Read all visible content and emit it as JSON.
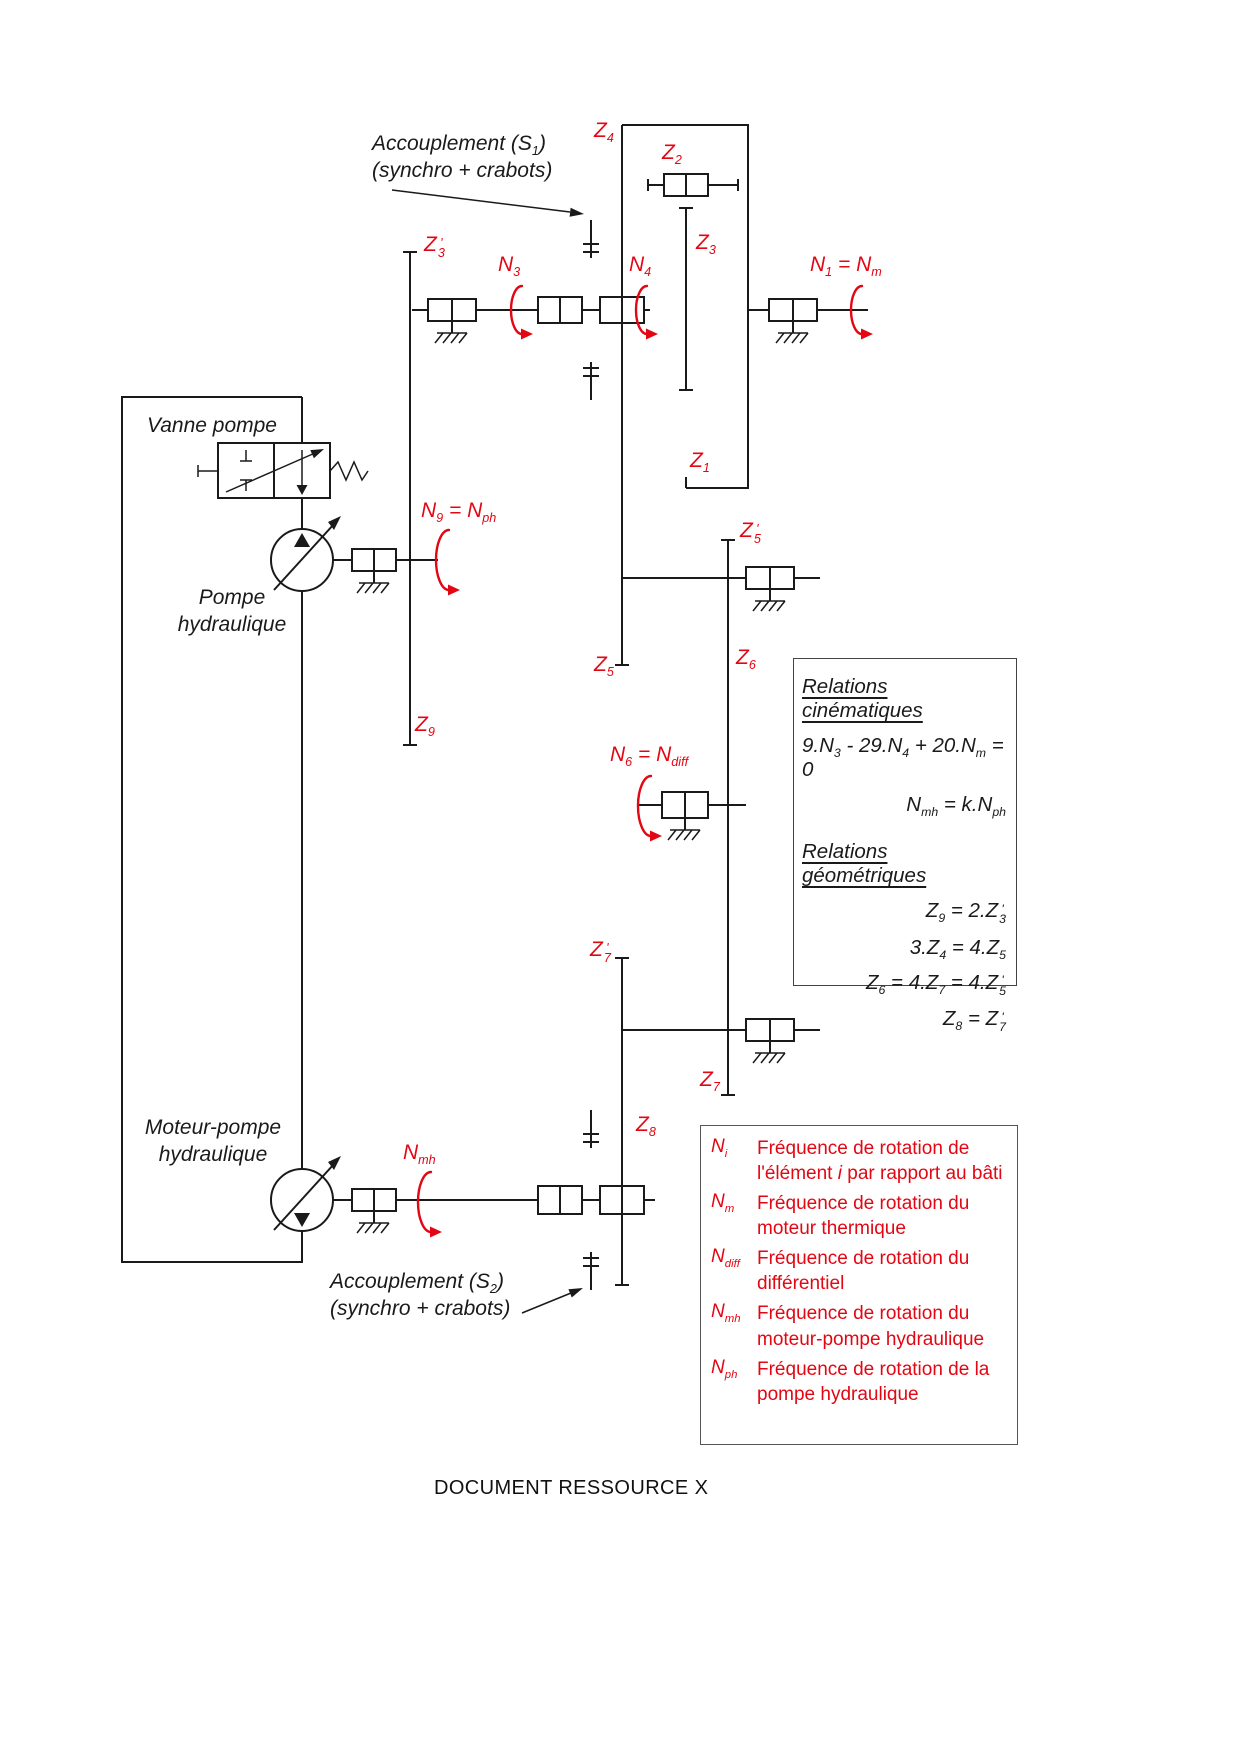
{
  "colors": {
    "red": "#e30613",
    "ink": "#1a1a1a"
  },
  "annotations": {
    "accouplement1": [
      {
        "t": "Accouplement (S"
      },
      {
        "sub": "1"
      },
      {
        "t": ")"
      }
    ],
    "accouplement1b": "(synchro + crabots)",
    "accouplement2": [
      {
        "t": "Accouplement (S"
      },
      {
        "sub": "2"
      },
      {
        "t": ")"
      }
    ],
    "accouplement2b": "(synchro + crabots)",
    "vanne_pompe": "Vanne pompe",
    "pompe_l1": "Pompe",
    "pompe_l2": "hydraulique",
    "moteur_l1": "Moteur-pompe",
    "moteur_l2": "hydraulique"
  },
  "red_labels": {
    "z4": [
      {
        "t": "Z"
      },
      {
        "sub": "4"
      }
    ],
    "z2": [
      {
        "t": "Z"
      },
      {
        "sub": "2"
      }
    ],
    "z3p": [
      {
        "t": "Z"
      },
      {
        "stk": "3",
        "pr": "'"
      }
    ],
    "n3": [
      {
        "t": "N"
      },
      {
        "sub": "3"
      }
    ],
    "n4": [
      {
        "t": "N"
      },
      {
        "sub": "4"
      }
    ],
    "z3": [
      {
        "t": "Z"
      },
      {
        "sub": "3"
      }
    ],
    "n1": [
      {
        "t": "N"
      },
      {
        "sub": "1"
      },
      {
        "t": " = N"
      },
      {
        "sub": "m"
      }
    ],
    "z1": [
      {
        "t": "Z"
      },
      {
        "sub": "1"
      }
    ],
    "n9": [
      {
        "t": "N"
      },
      {
        "sub": "9"
      },
      {
        "t": " = N"
      },
      {
        "sub": "ph"
      }
    ],
    "z5p": [
      {
        "t": "Z"
      },
      {
        "stk": "5",
        "pr": "'"
      }
    ],
    "z5": [
      {
        "t": "Z"
      },
      {
        "sub": "5"
      }
    ],
    "z6": [
      {
        "t": "Z"
      },
      {
        "sub": "6"
      }
    ],
    "n6": [
      {
        "t": "N"
      },
      {
        "sub": "6"
      },
      {
        "t": " = N"
      },
      {
        "sub": "diff"
      }
    ],
    "z9": [
      {
        "t": "Z"
      },
      {
        "sub": "9"
      }
    ],
    "z7p": [
      {
        "t": "Z"
      },
      {
        "stk": "7",
        "pr": "'"
      }
    ],
    "z7": [
      {
        "t": "Z"
      },
      {
        "sub": "7"
      }
    ],
    "z8": [
      {
        "t": "Z"
      },
      {
        "sub": "8"
      }
    ],
    "nmh": [
      {
        "t": "N"
      },
      {
        "sub": "mh"
      }
    ]
  },
  "relations": {
    "title_cinematiques": "Relations cinématiques",
    "eq_n": [
      {
        "t": "9.N"
      },
      {
        "sub": "3"
      },
      {
        "t": " - 29.N"
      },
      {
        "sub": "4"
      },
      {
        "t": " + 20.N"
      },
      {
        "sub": "m"
      },
      {
        "t": " = 0"
      }
    ],
    "eq_nmh": [
      {
        "t": "N"
      },
      {
        "sub": "mh"
      },
      {
        "t": " = k.N"
      },
      {
        "sub": "ph"
      }
    ],
    "title_geometriques": "Relations géométriques",
    "eq_z9": [
      {
        "t": "Z"
      },
      {
        "sub": "9"
      },
      {
        "t": " = 2.Z"
      },
      {
        "stk": "3",
        "pr": "'"
      }
    ],
    "eq_z4": [
      {
        "t": "3.Z"
      },
      {
        "sub": "4"
      },
      {
        "t": " = 4.Z"
      },
      {
        "sub": "5"
      }
    ],
    "eq_z6": [
      {
        "t": "Z"
      },
      {
        "sub": "6"
      },
      {
        "t": " = 4.Z"
      },
      {
        "sub": "7"
      },
      {
        "t": " = 4.Z"
      },
      {
        "stk": "5",
        "pr": "'"
      }
    ],
    "eq_z8": [
      {
        "t": "Z"
      },
      {
        "sub": "8"
      },
      {
        "t": " = Z"
      },
      {
        "stk": "7",
        "pr": "'"
      }
    ]
  },
  "legend": {
    "entries": [
      {
        "term": [
          {
            "t": "N"
          },
          {
            "sub": "i"
          }
        ],
        "desc": [
          {
            "t": "Fréquence de rotation de l'élément "
          },
          {
            "i": "i"
          },
          {
            "t": " par rapport au bâti"
          }
        ]
      },
      {
        "term": [
          {
            "t": "N"
          },
          {
            "sub": "m"
          }
        ],
        "desc": [
          {
            "t": "Fréquence de rotation du moteur thermique"
          }
        ]
      },
      {
        "term": [
          {
            "t": "N"
          },
          {
            "sub": "diff"
          }
        ],
        "desc": [
          {
            "t": "Fréquence de rotation du différentiel"
          }
        ]
      },
      {
        "term": [
          {
            "t": "N"
          },
          {
            "sub": "mh"
          }
        ],
        "desc": [
          {
            "t": "Fréquence de rotation du moteur-pompe hydraulique"
          }
        ]
      },
      {
        "term": [
          {
            "t": "N"
          },
          {
            "sub": "ph"
          }
        ],
        "desc": [
          {
            "t": "Fréquence de rotation de la pompe hydraulique"
          }
        ]
      }
    ]
  },
  "footer": "DOCUMENT RESSOURCE X"
}
